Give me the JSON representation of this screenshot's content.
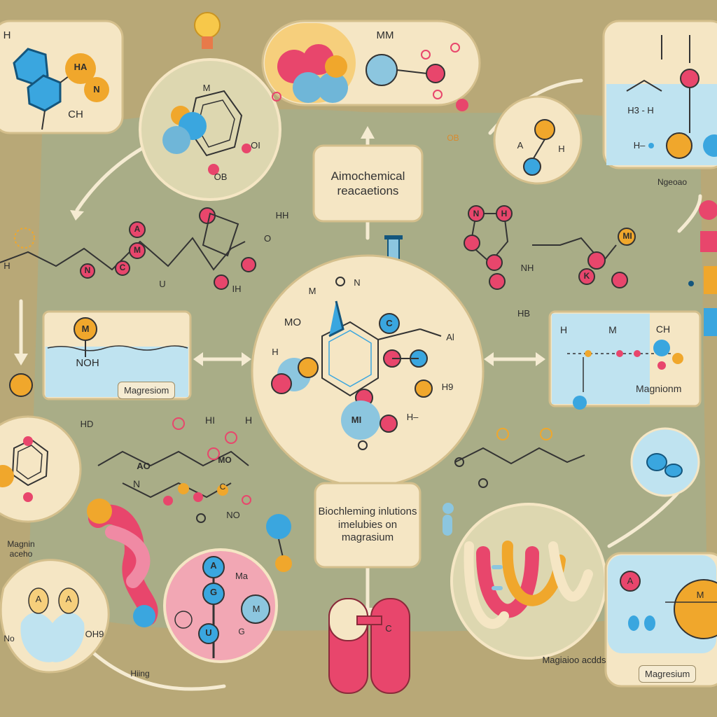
{
  "center_box_top": "Aimochemical reacaetions",
  "center_box_bottom": "Biochleming inlutions imelubies on magrasium",
  "labels": {
    "magnesium_left": "Magresiom",
    "magnesium_right": "Magnionm",
    "magnesium_br": "Magresium",
    "magnesium_acids": "Magiaioo acdds",
    "ngeno": "Ngeoao",
    "hing": "Hiing",
    "magnin_left": "Magnin aceho",
    "top_mm": "MM"
  },
  "atoms": {
    "tl_ha": "HA",
    "tl_n": "N",
    "tl_h": "H",
    "tl_ch": "CH",
    "c2_m": "M",
    "c2_oi": "OI",
    "c2_ob": "OB",
    "top_m1": "M",
    "right_a": "A",
    "right_h": "H",
    "tr_h3": "H3 - H",
    "tr_h": "H–",
    "left_noh": "NOH",
    "left_m": "M",
    "center_mo": "MO",
    "center_m": "M",
    "center_n": "N",
    "center_c": "C",
    "center_h": "H",
    "center_mi": "MI",
    "center_al": "Al",
    "center_hb": "H–",
    "center_h9": "H9",
    "mid_a": "A",
    "mid_m": "M",
    "mid_u": "U",
    "mid_n": "N",
    "mid_c": "C",
    "mid_o": "O",
    "mid_h": "H",
    "mid_ih": "IH",
    "mid_hh": "HH",
    "rmol_n": "N",
    "rmol_h": "H",
    "rmol_k": "K",
    "rmol_nh": "NH",
    "rmol_mi": "MI",
    "rbox_h": "H",
    "rbox_m": "M",
    "rbox_ch": "CH",
    "ob_top": "ОB",
    "lm_ao": "AO",
    "lm_hi": "HI",
    "lm_hd": "HD",
    "lm_n": "N",
    "lm_mo": "MO",
    "lm_h": "H",
    "ring_c": "C",
    "ring_a": "A",
    "ring_g": "G",
    "ring_m": "M",
    "ring_u": "U",
    "ring_ma": "Ma",
    "ring_g2": "G",
    "no_mid": "NO",
    "bot_a1": "A",
    "bot_a2": "A",
    "bot_oh": "OH9",
    "bot_no": "No",
    "ncl_c": "C",
    "hb_right": "HB",
    "br_a": "A",
    "br_m": "M"
  },
  "colors": {
    "background": "#b8a877",
    "panel": "#f5e6c4",
    "panel_border": "#d4bf8c",
    "green_zone": "#a9ad87",
    "pink": "#e8466c",
    "blue": "#3aa6df",
    "orange": "#f0a72c",
    "light_blue": "#bfe3f0",
    "pale_blue": "#8cc6df"
  }
}
